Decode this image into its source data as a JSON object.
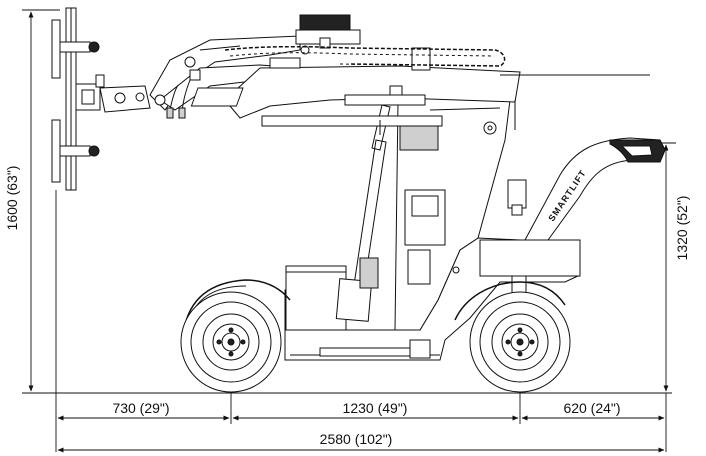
{
  "dimensions": {
    "height_total": "1600 (63\")",
    "height_handle": "1320 (52\")",
    "front_overhang": "730 (29\")",
    "wheelbase": "1230 (49\")",
    "rear_overhang": "620 (24\")",
    "total_length": "2580 (102\")"
  },
  "brand": {
    "label": "SMARTLIFT"
  }
}
